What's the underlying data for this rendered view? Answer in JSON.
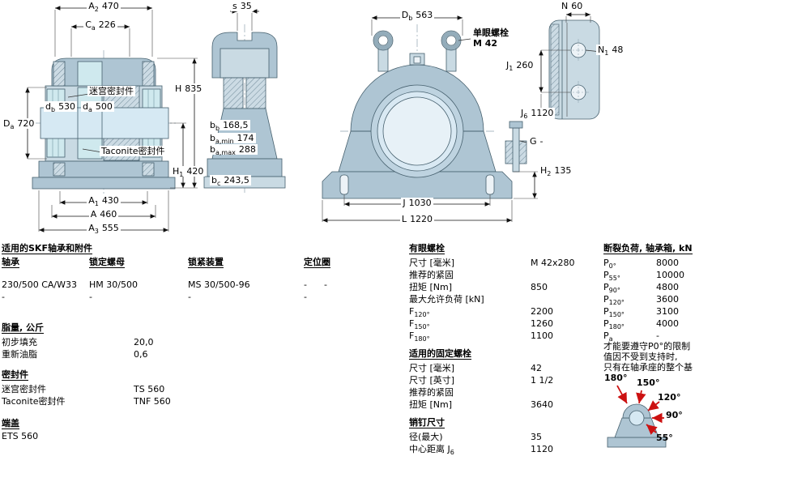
{
  "colors": {
    "housing": "#aec5d3",
    "housing2": "#c9dae3",
    "bore": "#d6e9f3",
    "seal": "#cfe9ee",
    "outline": "#46606e",
    "accent_red": "#cc1111"
  },
  "dims": {
    "a2": {
      "base": "A",
      "sub": "2",
      "value": "470"
    },
    "ca": {
      "base": "C",
      "sub": "a",
      "value": "226"
    },
    "db_shaft": {
      "base": "d",
      "sub": "b",
      "value": "530"
    },
    "da_shaft": {
      "base": "d",
      "sub": "a",
      "value": "500"
    },
    "Da_outer": {
      "base": "D",
      "sub": "a",
      "value": "720"
    },
    "h": {
      "base": "H",
      "sub": "",
      "value": "835"
    },
    "h1": {
      "base": "H",
      "sub": "1",
      "value": "420"
    },
    "a1": {
      "base": "A",
      "sub": "1",
      "value": "430"
    },
    "a": {
      "base": "A",
      "sub": "",
      "value": "460"
    },
    "a3": {
      "base": "A",
      "sub": "3",
      "value": "555"
    },
    "s": {
      "base": "s",
      "sub": "",
      "value": "35"
    },
    "bb": {
      "base": "b",
      "sub": "b",
      "value": "168,5"
    },
    "ba_min": {
      "base": "b",
      "sub": "a,min",
      "value": "174"
    },
    "ba_max": {
      "base": "b",
      "sub": "a,max",
      "value": "288"
    },
    "bc": {
      "base": "b",
      "sub": "c",
      "value": "243,5"
    },
    "Db": {
      "base": "D",
      "sub": "b",
      "value": "563"
    },
    "g": {
      "base": "G",
      "sub": "",
      "value": "-"
    },
    "h2": {
      "base": "H",
      "sub": "2",
      "value": "135"
    },
    "j": {
      "base": "J",
      "sub": "",
      "value": "1030"
    },
    "l": {
      "base": "L",
      "sub": "",
      "value": "1220"
    },
    "n": {
      "base": "N",
      "sub": "",
      "value": "60"
    },
    "n1": {
      "base": "N",
      "sub": "1",
      "value": "48"
    },
    "j1": {
      "base": "J",
      "sub": "1",
      "value": "260"
    },
    "j6": {
      "base": "J",
      "sub": "6",
      "value": "1120"
    },
    "eyebolt": {
      "line1": "单眼螺栓",
      "line2": "M 42"
    },
    "labyrinth_seal": "迷宫密封件",
    "taconite_seal": "Taconite密封件"
  },
  "bearings_table": {
    "title": "适用的SKF轴承和附件",
    "col_headers": [
      "轴承",
      "锁定螺母",
      "锁紧装置",
      "定位圈"
    ],
    "rows": [
      [
        "230/500 CA/W33",
        "HM 30/500",
        "MS 30/500-96",
        "-",
        "-"
      ],
      [
        "-",
        "-",
        "-",
        "-",
        ""
      ]
    ]
  },
  "grease": {
    "title": "脂量, 公斤",
    "rows": [
      {
        "label": "初步填充",
        "value": "20,0"
      },
      {
        "label": "重新油脂",
        "value": "0,6"
      }
    ]
  },
  "seals": {
    "title": "密封件",
    "rows": [
      {
        "label": "迷宫密封件",
        "value": "TS 560"
      },
      {
        "label": "Taconite密封件",
        "value": "TNF 560"
      }
    ],
    "end_cover_title": "端盖",
    "end_cover_value": "ETS 560"
  },
  "eye_bolts": {
    "title": "有眼螺栓",
    "rows": [
      {
        "label": "尺寸 [毫米]",
        "value": "M 42x280"
      },
      {
        "label": "推荐的紧固",
        "value": ""
      },
      {
        "label": "扭矩 [Nm]",
        "value": "850"
      },
      {
        "label": "最大允许负荷 [kN]",
        "value": ""
      },
      {
        "base": "F",
        "sub": "120°",
        "value": "2200"
      },
      {
        "base": "F",
        "sub": "150°",
        "value": "1260"
      },
      {
        "base": "F",
        "sub": "180°",
        "value": "1100"
      }
    ]
  },
  "attachment_bolts": {
    "title": "适用的固定螺栓",
    "rows": [
      {
        "label": "尺寸 [毫米]",
        "value": "42"
      },
      {
        "label": "尺寸 [英寸]",
        "value": "1 1/2"
      },
      {
        "label": "推荐的紧固",
        "value": ""
      },
      {
        "label": "扭矩 [Nm]",
        "value": "3640"
      }
    ]
  },
  "pins": {
    "title": "销钉尺寸",
    "rows": [
      {
        "label": "径(最大)",
        "value": "35"
      },
      {
        "base": "中心距离 J",
        "sub": "6",
        "value": "1120"
      }
    ]
  },
  "breaking_load": {
    "title": "断裂负荷, 轴承箱, kN",
    "rows": [
      {
        "base": "P",
        "sub": "0°",
        "value": "8000"
      },
      {
        "base": "P",
        "sub": "55°",
        "value": "10000"
      },
      {
        "base": "P",
        "sub": "90°",
        "value": "4800"
      },
      {
        "base": "P",
        "sub": "120°",
        "value": "3600"
      },
      {
        "base": "P",
        "sub": "150°",
        "value": "3100"
      },
      {
        "base": "P",
        "sub": "180°",
        "value": "4000"
      },
      {
        "base": "P",
        "sub": "a",
        "value": "-"
      }
    ],
    "note_lines": [
      "才能要遵守P0°的限制",
      "值因不受到支持时,",
      "只有在轴承座的整个基"
    ],
    "angles": [
      "180°",
      "150°",
      "120°",
      "90°",
      "55°"
    ]
  }
}
